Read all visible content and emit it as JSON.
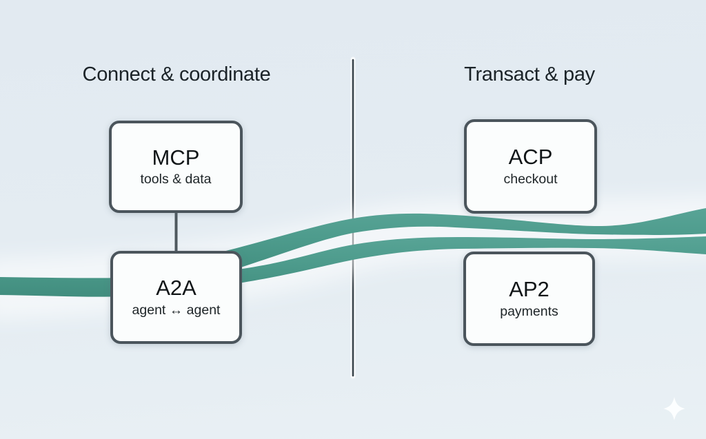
{
  "sections": [
    {
      "header": "Connect & coordinate",
      "boxes": [
        {
          "title": "MCP",
          "subtitle": "tools & data"
        },
        {
          "title": "A2A",
          "subtitle": "agent ↔ agent"
        }
      ]
    },
    {
      "header": "Transact & pay",
      "boxes": [
        {
          "title": "ACP",
          "subtitle": "checkout"
        },
        {
          "title": "AP2",
          "subtitle": "payments"
        }
      ]
    }
  ],
  "icons": {
    "sparkle": "four-pointed-star-sparkle"
  },
  "colors": {
    "background": "#e4ecf2",
    "ribbon": "#4d9b8c",
    "ribbon_dark": "#418d7e",
    "box_border": "#4b555c",
    "box_fill": "#fbfdfd",
    "divider": "#3a444b",
    "connector": "#4e585e",
    "text": "#1b2328"
  }
}
